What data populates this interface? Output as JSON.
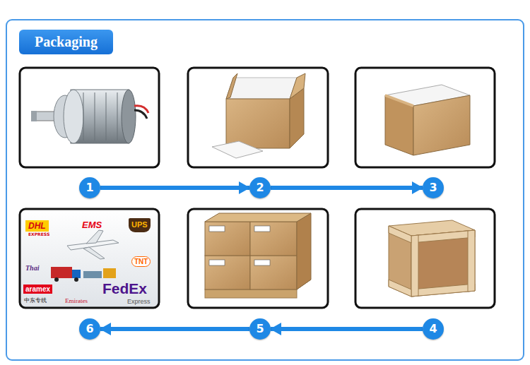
{
  "diagram": {
    "title": "Packaging",
    "nodes": [
      {
        "text": [
          "1"
        ]
      },
      {
        "text": [
          "2"
        ]
      },
      {
        "text": [
          "3"
        ]
      },
      {
        "text": [
          "4"
        ]
      },
      {
        "text": [
          "5"
        ]
      },
      {
        "text": [
          "6"
        ]
      }
    ],
    "edges": [
      {
        "from": 0,
        "to": 1,
        "arrow": "to"
      },
      {
        "from": 1,
        "to": 2,
        "arrow": "to"
      },
      {
        "from": 3,
        "to": 4,
        "arrow": "to"
      },
      {
        "from": 4,
        "to": 5,
        "arrow": "to"
      }
    ],
    "labels": [
      "DHL",
      "EXPRESS",
      "EMS",
      "UPS",
      "Thai",
      "TNT",
      "aramex",
      "中东专线",
      "Emirates",
      "FedEx",
      "Express"
    ]
  }
}
